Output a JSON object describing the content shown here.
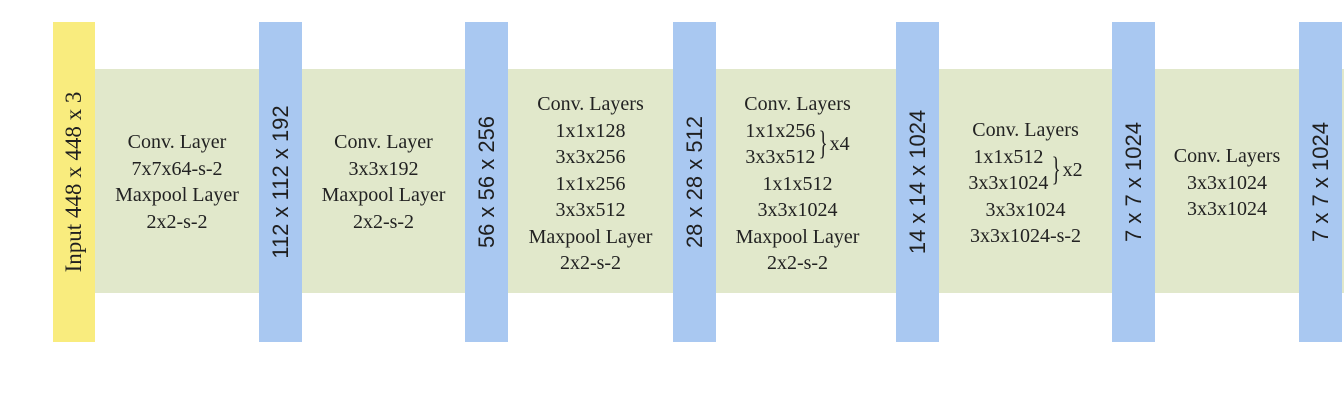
{
  "bars": [
    {
      "label": "Input   448 x 448 x 3"
    },
    {
      "label": "112 x 112 x 192"
    },
    {
      "label": "56 x 56 x 256"
    },
    {
      "label": "28 x 28 x 512"
    },
    {
      "label": "14 x 14 x 1024"
    },
    {
      "label": "7 x 7 x 1024"
    },
    {
      "label": "7 x 7 x 1024"
    }
  ],
  "blocks": [
    {
      "lines": [
        "Conv. Layer",
        "7x7x64-s-2",
        "Maxpool Layer",
        "2x2-s-2"
      ]
    },
    {
      "lines": [
        "Conv. Layer",
        "3x3x192",
        "Maxpool Layer",
        "2x2-s-2"
      ]
    },
    {
      "lines": [
        "Conv. Layers",
        "1x1x128",
        "3x3x256",
        "1x1x256",
        "3x3x512",
        "Maxpool Layer",
        "2x2-s-2"
      ]
    },
    {
      "title": "Conv. Layers",
      "group": {
        "lines": [
          "1x1x256",
          "3x3x512"
        ],
        "multiplier": "x4"
      },
      "tail": [
        "1x1x512",
        "3x3x1024",
        "Maxpool Layer",
        "2x2-s-2"
      ]
    },
    {
      "title": "Conv. Layers",
      "group": {
        "lines": [
          "1x1x512",
          "3x3x1024"
        ],
        "multiplier": "x2"
      },
      "tail": [
        "3x3x1024",
        "3x3x1024-s-2"
      ]
    },
    {
      "lines": [
        "Conv. Layers",
        "3x3x1024",
        "3x3x1024"
      ]
    }
  ]
}
